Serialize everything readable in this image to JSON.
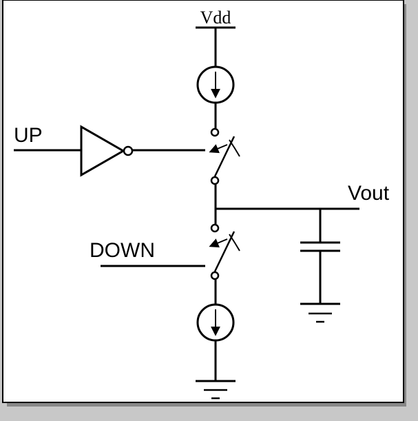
{
  "labels": {
    "vdd": "Vdd",
    "up": "UP",
    "down": "DOWN",
    "vout": "Vout"
  },
  "colors": {
    "background": "#c8c8c8",
    "panel": "#ffffff",
    "ink": "#000000"
  },
  "components": {
    "top_current_source": "current-source-icon",
    "bottom_current_source": "current-source-icon",
    "inverter": "inverter-icon",
    "up_switch": "switch-icon",
    "down_switch": "switch-icon",
    "capacitor": "capacitor-icon",
    "ground_cap": "ground-icon",
    "ground_bottom": "ground-icon",
    "vdd_rail": "supply-rail-icon"
  }
}
